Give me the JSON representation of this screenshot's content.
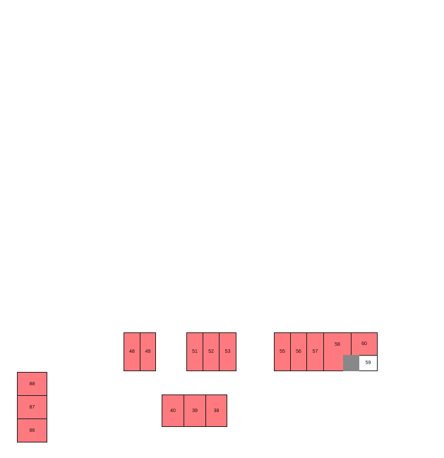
{
  "colors": {
    "occupied": "#ff7a7f",
    "available": "#ffffff",
    "blocked": "#888888",
    "border": "#1f1f1f"
  },
  "spaces": [
    {
      "label": "48",
      "status": "occupied"
    },
    {
      "label": "49",
      "status": "occupied"
    },
    {
      "label": "51",
      "status": "occupied"
    },
    {
      "label": "52",
      "status": "occupied"
    },
    {
      "label": "53",
      "status": "occupied"
    },
    {
      "label": "55",
      "status": "occupied"
    },
    {
      "label": "56",
      "status": "occupied"
    },
    {
      "label": "57",
      "status": "occupied"
    },
    {
      "label": "58",
      "status": "occupied"
    },
    {
      "label": "60",
      "status": "occupied"
    },
    {
      "label": "59",
      "status": "available"
    },
    {
      "label": "",
      "status": "blocked"
    },
    {
      "label": "88",
      "status": "occupied"
    },
    {
      "label": "87",
      "status": "occupied"
    },
    {
      "label": "86",
      "status": "occupied"
    },
    {
      "label": "40",
      "status": "occupied"
    },
    {
      "label": "39",
      "status": "occupied"
    },
    {
      "label": "38",
      "status": "occupied"
    }
  ]
}
